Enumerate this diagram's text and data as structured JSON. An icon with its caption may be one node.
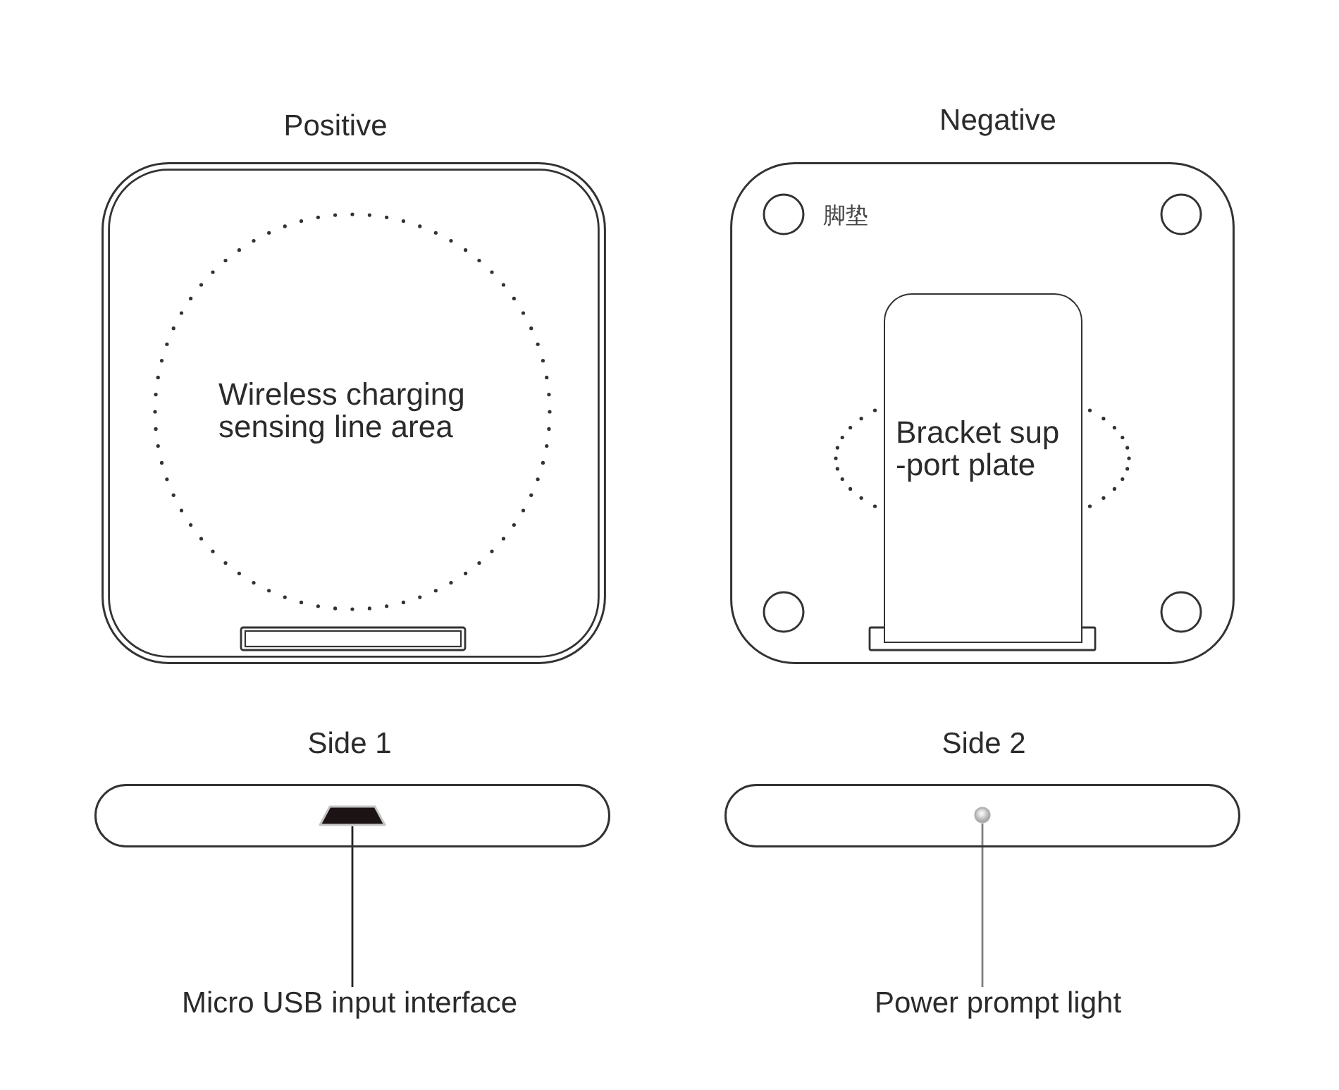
{
  "diagram": {
    "nodes": [
      {
        "text": [
          "Positive"
        ]
      },
      {
        "text": [
          "Wireless charging sensing line area"
        ],
        "in": 0
      },
      {
        "text": [
          "Negative"
        ]
      },
      {
        "text": [
          "Bracket sup -port plate"
        ],
        "in": 2
      },
      {
        "text": [
          "Side 1"
        ]
      },
      {
        "text": [],
        "shape": "trapezoid",
        "in": 4
      },
      {
        "text": [
          "Micro USB input interface"
        ]
      },
      {
        "text": [
          "Side 2"
        ]
      },
      {
        "text": [],
        "shape": "circle",
        "in": 7
      },
      {
        "text": [
          "Power prompt light"
        ]
      }
    ],
    "edges": [
      {
        "from": 6,
        "to": 5,
        "arrow": "none"
      },
      {
        "from": 9,
        "to": 8,
        "arrow": "none",
        "color": "#808080"
      }
    ],
    "labels": [
      "脚垫"
    ]
  }
}
